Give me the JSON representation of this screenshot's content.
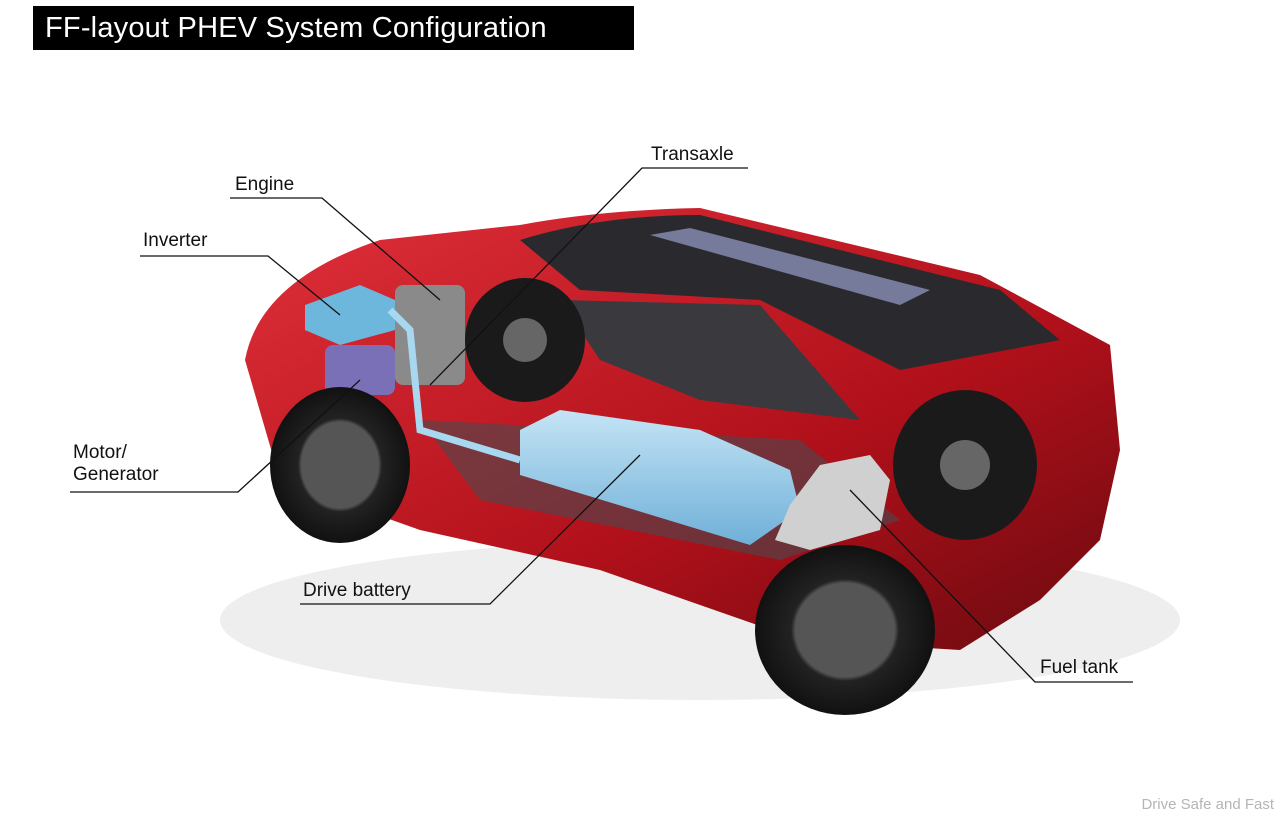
{
  "title": "FF-layout PHEV System Configuration",
  "labels": {
    "transaxle": "Transaxle",
    "engine": "Engine",
    "inverter": "Inverter",
    "motor_line1": "Motor/",
    "motor_line2": "Generator",
    "drive_battery": "Drive battery",
    "fuel_tank": "Fuel tank"
  },
  "watermark": "Drive Safe and Fast",
  "colors": {
    "body": "#c0141e",
    "battery": "#8fc8e8",
    "title_bg": "#000000"
  }
}
